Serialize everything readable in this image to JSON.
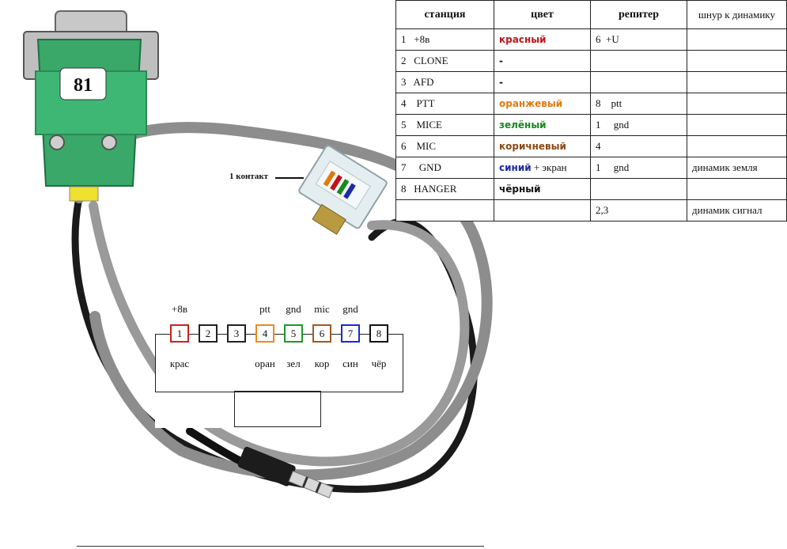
{
  "plug_label": "81",
  "contact_label": "1 контакт",
  "table": {
    "headers": [
      "станция",
      "цвет",
      "репитер",
      "шнур к динамику"
    ],
    "rows": [
      {
        "station": "1   +8в",
        "color": "красный",
        "color_hex": "#c0141c",
        "color_extra": "",
        "repeater": "6  +U",
        "speaker": ""
      },
      {
        "station": "2   CLONE",
        "color": "-",
        "color_hex": "#111111",
        "color_extra": "",
        "repeater": "",
        "speaker": ""
      },
      {
        "station": "3   AFD",
        "color": "-",
        "color_hex": "#111111",
        "color_extra": "",
        "repeater": "",
        "speaker": ""
      },
      {
        "station": "4    PTT",
        "color": "оранжевый",
        "color_hex": "#e07a10",
        "color_extra": "",
        "repeater": "8    ptt",
        "speaker": ""
      },
      {
        "station": "5    MICE",
        "color": "зелёный",
        "color_hex": "#168a1c",
        "color_extra": "",
        "repeater": "1     gnd",
        "speaker": ""
      },
      {
        "station": "6    MIC",
        "color": "коричневый",
        "color_hex": "#8a4a14",
        "color_extra": "",
        "repeater": "4",
        "speaker": ""
      },
      {
        "station": "7     GND",
        "color": "синий",
        "color_hex": "#1a2aa8",
        "color_extra": " + экран",
        "repeater": "1     gnd",
        "speaker": "динамик земля"
      },
      {
        "station": "8   HANGER",
        "color": "чёрный",
        "color_hex": "#111111",
        "color_extra": "",
        "repeater": "",
        "speaker": ""
      },
      {
        "station": "",
        "color": "",
        "color_hex": "#111111",
        "color_extra": "",
        "repeater": "2,3",
        "speaker": "динамик сигнал"
      }
    ]
  },
  "pinout": {
    "pins": [
      {
        "num": "1",
        "signal": "+8в",
        "abbr": "крас",
        "border": "#d0201c"
      },
      {
        "num": "2",
        "signal": "",
        "abbr": "",
        "border": "#222222"
      },
      {
        "num": "3",
        "signal": "",
        "abbr": "",
        "border": "#222222"
      },
      {
        "num": "4",
        "signal": "ptt",
        "abbr": "оран",
        "border": "#e88a20"
      },
      {
        "num": "5",
        "signal": "gnd",
        "abbr": "зел",
        "border": "#1a9a2a"
      },
      {
        "num": "6",
        "signal": "mic",
        "abbr": "кор",
        "border": "#a05a20"
      },
      {
        "num": "7",
        "signal": "gnd",
        "abbr": "син",
        "border": "#1a2ad0"
      },
      {
        "num": "8",
        "signal": "",
        "abbr": "чёр",
        "border": "#111111"
      }
    ]
  }
}
